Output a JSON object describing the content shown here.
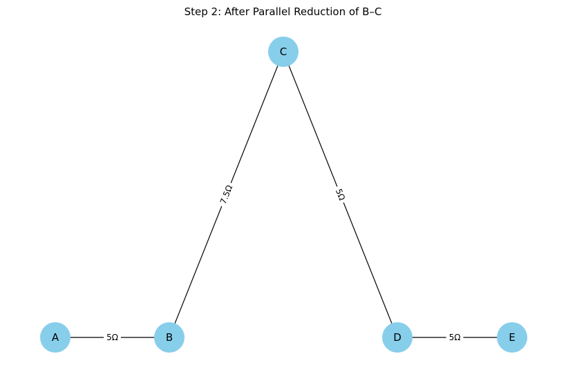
{
  "title": "Step 2: After Parallel Reduction of B–C",
  "colors": {
    "node_fill": "#87CEEB",
    "edge": "#000000",
    "text": "#000000"
  },
  "nodes": [
    {
      "id": "A",
      "label": "A"
    },
    {
      "id": "B",
      "label": "B"
    },
    {
      "id": "C",
      "label": "C"
    },
    {
      "id": "D",
      "label": "D"
    },
    {
      "id": "E",
      "label": "E"
    }
  ],
  "edges": [
    {
      "from": "A",
      "to": "B",
      "label": "5Ω"
    },
    {
      "from": "B",
      "to": "C",
      "label": "7.5Ω"
    },
    {
      "from": "C",
      "to": "D",
      "label": "5Ω"
    },
    {
      "from": "D",
      "to": "E",
      "label": "5Ω"
    }
  ]
}
